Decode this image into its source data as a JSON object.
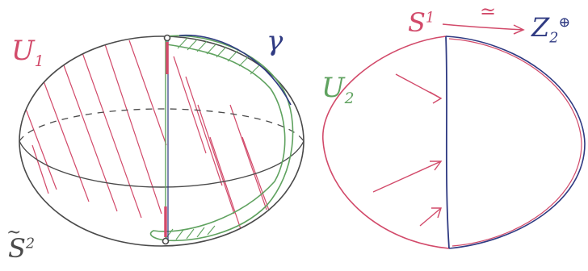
{
  "colors": {
    "ink": "#4a4a4a",
    "red": "#d24a6a",
    "green": "#5fa25f",
    "navy": "#2f3a82",
    "paper": "#ffffff"
  },
  "labels": {
    "u1": {
      "main": "U",
      "sub": "1"
    },
    "gamma": "γ",
    "s2": {
      "tilde": "~",
      "main": "S",
      "sup": "2"
    },
    "s1": {
      "main": "S",
      "sup": "1"
    },
    "approx": "≃",
    "z2": {
      "main": "Z",
      "sub": "2",
      "sup": "⊕"
    },
    "u2": {
      "main": "U",
      "sub": "2"
    }
  }
}
